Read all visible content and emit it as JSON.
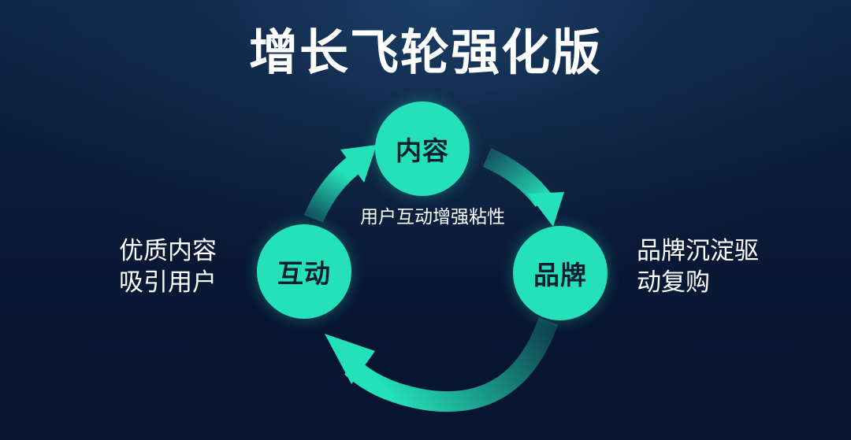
{
  "title": "增长飞轮强化版",
  "center_caption": "用户互动增强粘性",
  "nodes": {
    "top": "内容",
    "left": "互动",
    "right": "品牌"
  },
  "left_text": {
    "line1": "优质内容",
    "line2": "吸引用户"
  },
  "right_text": {
    "line1": "品牌沉淀驱",
    "line2": "动复购"
  },
  "colors": {
    "accent": "#25e1b9",
    "background": "#0a1a37",
    "text": "#ffffff"
  }
}
